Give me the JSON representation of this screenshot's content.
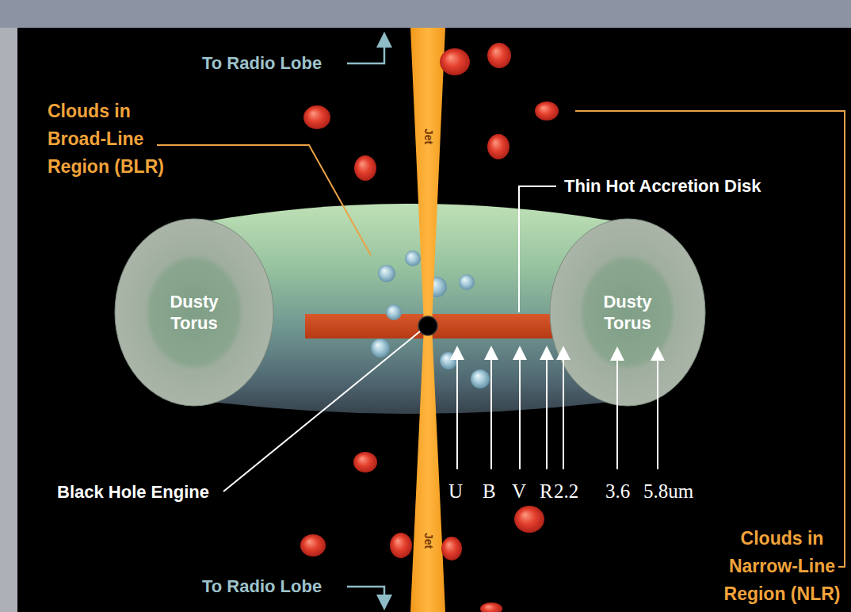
{
  "diagram": {
    "nodes": [
      {
        "text": [
          "Dusty Torus"
        ]
      },
      {
        "text": [
          "Dusty Torus"
        ]
      }
    ],
    "labels": [
      "To Radio Lobe",
      "Jet",
      "Clouds in Broad-Line Region (BLR)",
      "Thin Hot Accretion Disk",
      "Black Hole Engine",
      "U",
      "B",
      "V",
      "R",
      "2.2",
      "3.6",
      "5.8um",
      "Jet",
      "To Radio Lobe",
      "Clouds in Narrow-Line Region (NLR)"
    ]
  }
}
